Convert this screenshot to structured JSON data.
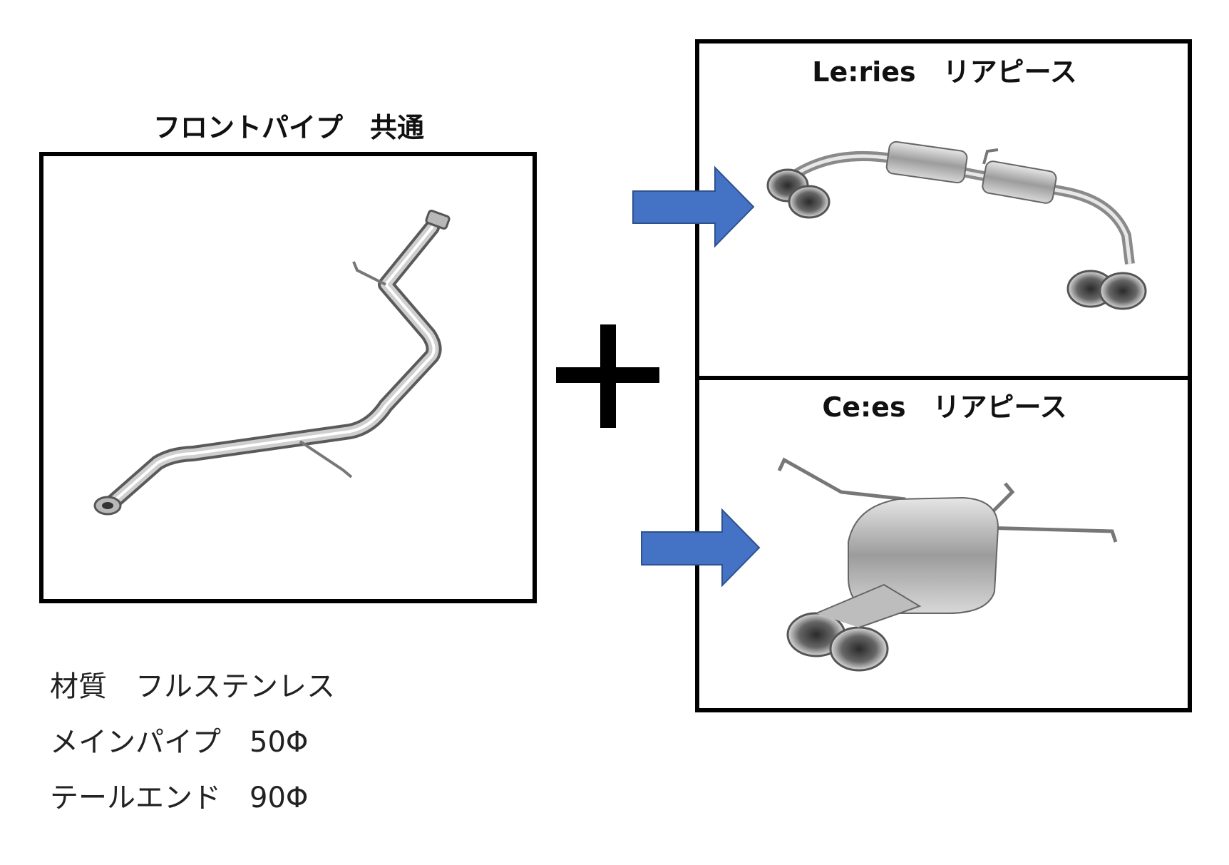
{
  "front_pipe": {
    "title": "フロントパイプ　共通",
    "image_icon": "front-pipe-photo"
  },
  "rear_leries": {
    "title": "Le:ries　リアピース",
    "image_icon": "leries-rear-piece-photo"
  },
  "rear_cees": {
    "title": "Ce:es　リアピース",
    "image_icon": "cees-rear-piece-photo"
  },
  "plus_symbol": "plus-icon",
  "arrow_color": "#4472C4",
  "arrow_border": "#2F528F",
  "specs": [
    "材質　フルステンレス",
    "メインパイプ　50Φ",
    "テールエンド　90Φ"
  ]
}
